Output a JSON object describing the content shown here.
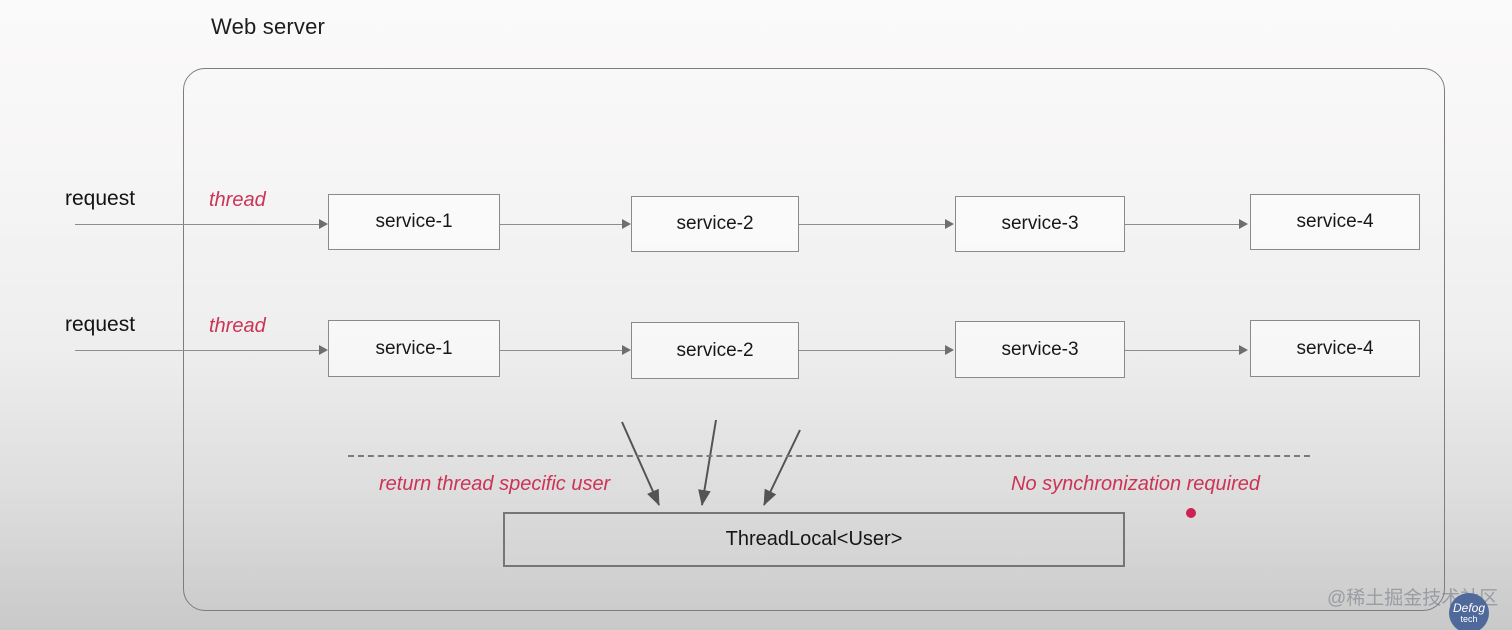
{
  "diagram": {
    "title": "Web server",
    "rows": [
      {
        "request_label": "request",
        "thread_label": "thread",
        "services": [
          "service-1",
          "service-2",
          "service-3",
          "service-4"
        ]
      },
      {
        "request_label": "request",
        "thread_label": "thread",
        "services": [
          "service-1",
          "service-2",
          "service-3",
          "service-4"
        ]
      }
    ],
    "shared_store": {
      "label": "ThreadLocal<User>"
    },
    "notes": {
      "left": "return thread specific user",
      "right": "No synchronization required"
    },
    "watermark": {
      "text": "@稀土掘金技术社区",
      "badge_line1": "Defog",
      "badge_line2": "tech"
    },
    "colors": {
      "accent_red": "#cc3355",
      "dot_red": "#cc2152",
      "box_border": "#8a8a8d",
      "container_border": "#7d7d80",
      "text": "#18181a"
    }
  }
}
